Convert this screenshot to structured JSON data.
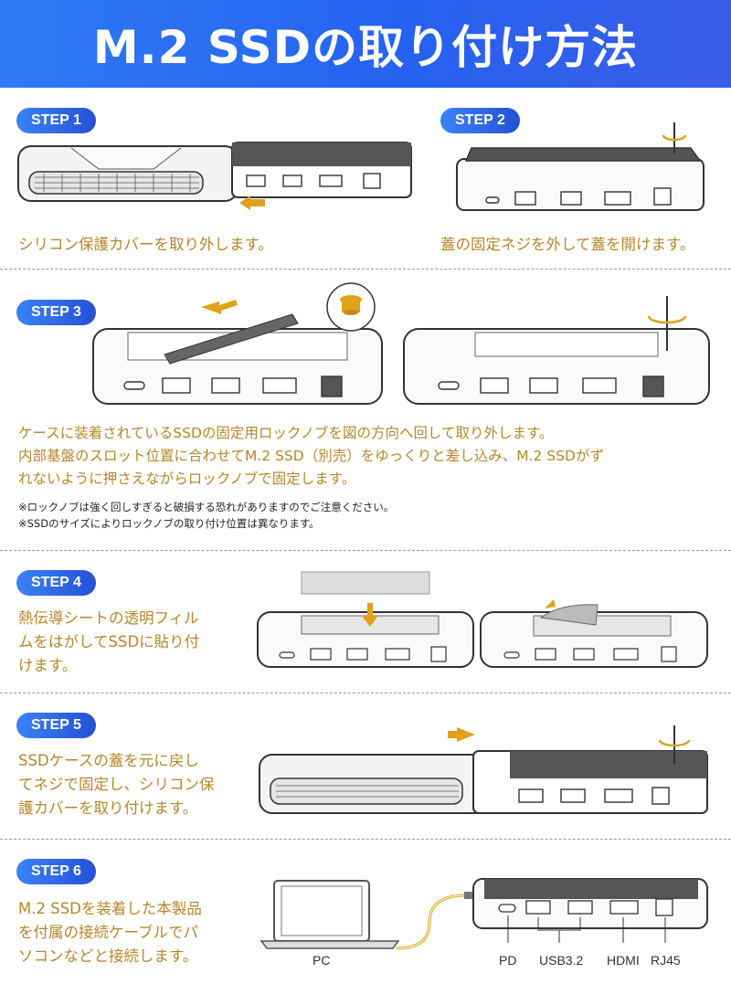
{
  "title": "M.2 SSDの取り付け方法",
  "steps": [
    {
      "label": "STEP 1",
      "caption": "シリコン保護カバーを取り外します。"
    },
    {
      "label": "STEP 2",
      "caption": "蓋の固定ネジを外して蓋を開けます。"
    },
    {
      "label": "STEP 3",
      "caption_lines": [
        "ケースに装着されているSSDの固定用ロックノブを図の方向へ回して取り外します。",
        "内部基盤のスロット位置に合わせてM.2 SSD（別売）をゆっくりと差し込み、M.2 SSDがず",
        "れないように押さえながらロックノブで固定します。"
      ],
      "notes": [
        "※ロックノブは強く回しすぎると破損する恐れがありますのでご注意ください。",
        "※SSDのサイズによりロックノブの取り付け位置は異なります。"
      ]
    },
    {
      "label": "STEP 4",
      "caption_lines": [
        "熱伝導シートの透明フィル",
        "ムをはがしてSSDに貼り付",
        "けます。"
      ]
    },
    {
      "label": "STEP 5",
      "caption_lines": [
        "SSDケースの蓋を元に戻し",
        "てネジで固定し、シリコン保",
        "護カバーを取り付けます。"
      ]
    },
    {
      "label": "STEP 6",
      "caption_lines": [
        "M.2 SSDを装着した本製品",
        "を付属の接続ケーブルでパ",
        "ソコンなどと接続します。"
      ]
    }
  ],
  "port_labels": {
    "pc": "PC",
    "pd": "PD",
    "usb": "USB3.2",
    "hdmi": "HDMI",
    "rj45": "RJ45"
  },
  "colors": {
    "header": "#2562f0",
    "badge": "#2f6cf0",
    "caption": "#b7862a",
    "arrow": "#e0a11b"
  }
}
